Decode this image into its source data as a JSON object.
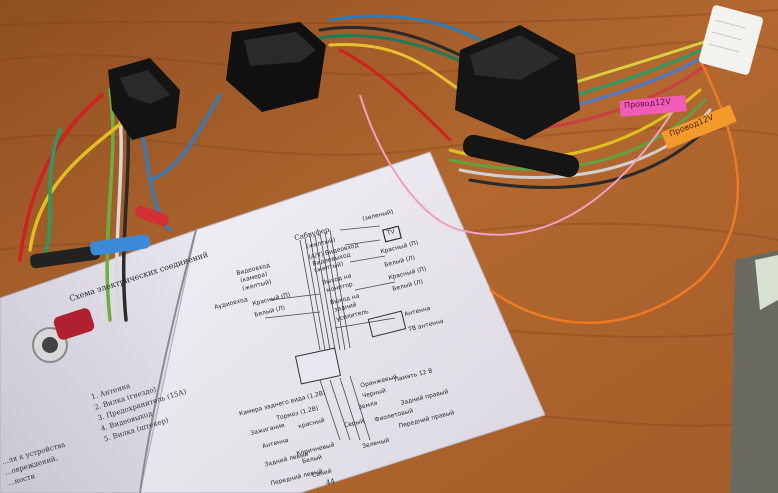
{
  "tags": {
    "pink": "Провод12V",
    "orange": "Провод12V"
  },
  "manual": {
    "title": "Схема электрических соединений",
    "subwoofer": "Сабвуфер",
    "page_number": "44",
    "list": [
      "1. Антенна",
      "2. Вилка (гнездо)",
      "3. Предохранитель (15А)",
      "4. Видеовыход",
      "5. Вилка (штекер)"
    ],
    "left_labels": {
      "video_in": "Видеовход",
      "camera": "(камера)",
      "yellow": "(желтый)",
      "audio_in": "Аудиовход",
      "red": "Красный (П)",
      "white": "Белый (Л)"
    },
    "top_labels": {
      "yellow_a": "(желтый)",
      "av_video_in": "(A/V) Видеовход",
      "video_out": "Видеовыход",
      "yellow_b": "(желтый)",
      "video_out2": "Выход на",
      "monitor": "монитор",
      "audio_out": "Выход на",
      "rear": "задний",
      "amp": "усилитель",
      "green": "(зеленый)",
      "tv": "TV",
      "red_r": "Красный (П)",
      "white_l": "Белый (Л)",
      "red_r2": "Красный (П)",
      "white_l2": "Белый (Л)",
      "antenna": "Антенна",
      "tv_antenna": "ТВ антенна"
    },
    "bottom_labels": {
      "camera_rear": "Камера заднего вида (1.2В)",
      "brake": "Тормоз (1.2В)",
      "ignition": "Зажигание",
      "red": "красный",
      "antenna": "Антенна",
      "yellow": "Оранжевый",
      "memory": "Память 12 В",
      "ground": "Земля",
      "black": "Черный",
      "rear_right": "Задний правый",
      "rear_left": "Задний левый",
      "front_left": "Передний левый",
      "front_right": "Передний правый",
      "gray": "Серый",
      "violet": "Фиолетовый",
      "brown": "Коричневый",
      "white": "Белый",
      "green": "Зеленый",
      "blue": "Синий"
    },
    "left_page": {
      "line1": "...ля к устройства",
      "line2": "...овреждений,",
      "line3": "...ности"
    }
  }
}
